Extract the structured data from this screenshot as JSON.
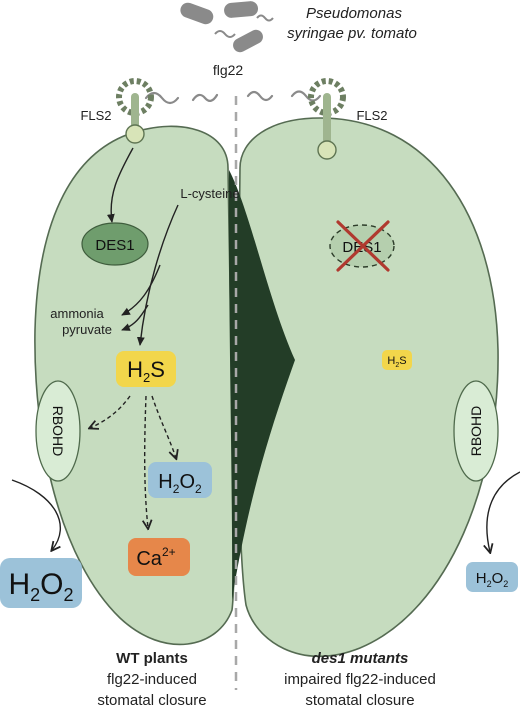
{
  "pathogen": {
    "line1": "Pseudomonas",
    "line2": "syringae pv. tomato"
  },
  "ligand": "flg22",
  "receptor_left": "FLS2",
  "receptor_right": "FLS2",
  "substrate": "L-cysteine",
  "enzyme": "DES1",
  "byproducts": [
    "ammonia",
    "pyruvate"
  ],
  "h2s": {
    "main": "H",
    "sub": "2",
    "tail": "S"
  },
  "h2o2": {
    "main": "H",
    "sub": "2",
    "tail": "O",
    "sub2": "2"
  },
  "calcium": {
    "main": "Ca",
    "sup": "2+"
  },
  "oxidase": "RBOHD",
  "captions": {
    "left_title": "WT plants",
    "left_line1": "flg22-induced",
    "left_line2": "stomatal closure",
    "right_title": "des1 mutants",
    "right_line1": "impaired flg22-induced",
    "right_line2": "stomatal closure"
  },
  "colors": {
    "guard_cell": "#c6dcbf",
    "guard_cell_stroke": "#556b52",
    "pore": "#233d27",
    "des1": "#6f9d6d",
    "h2s_box": "#f2d64b",
    "h2o2_box": "#9cc2d9",
    "ca_box": "#e6874a",
    "rbohd": "#d9ecd5",
    "knob_deletion": "#c0392b"
  }
}
